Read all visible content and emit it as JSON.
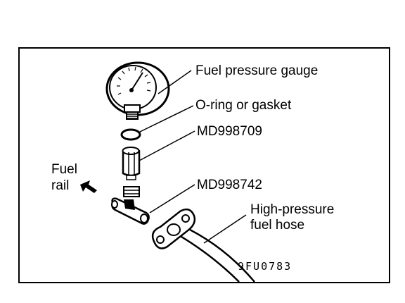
{
  "diagram": {
    "labels": {
      "gauge": "Fuel pressure gauge",
      "oring": "O-ring or gasket",
      "adapter_top": "MD998709",
      "adapter_bottom": "MD998742",
      "hose_line1": "High-pressure",
      "hose_line2": "fuel hose",
      "rail_line1": "Fuel",
      "rail_line2": "rail"
    },
    "figure_code": "9FU0783"
  }
}
